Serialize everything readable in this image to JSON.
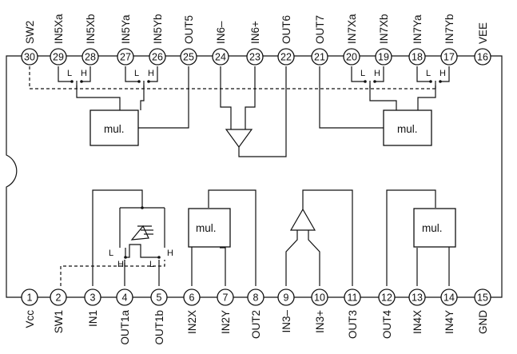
{
  "top_pins": [
    {
      "num": "30",
      "label": "SW2"
    },
    {
      "num": "29",
      "label": "IN5Xa"
    },
    {
      "num": "28",
      "label": "IN5Xb"
    },
    {
      "num": "27",
      "label": "IN5Ya"
    },
    {
      "num": "26",
      "label": "IN5Yb"
    },
    {
      "num": "25",
      "label": "OUT5"
    },
    {
      "num": "24",
      "label": "IN6–"
    },
    {
      "num": "23",
      "label": "IN6+"
    },
    {
      "num": "22",
      "label": "OUT6"
    },
    {
      "num": "21",
      "label": "OUT7"
    },
    {
      "num": "20",
      "label": "IN7Xa"
    },
    {
      "num": "19",
      "label": "IN7Xb"
    },
    {
      "num": "18",
      "label": "IN7Ya"
    },
    {
      "num": "17",
      "label": "IN7Yb"
    },
    {
      "num": "16",
      "label": "VEE"
    }
  ],
  "bottom_pins": [
    {
      "num": "1",
      "label": "Vcc"
    },
    {
      "num": "2",
      "label": "SW1"
    },
    {
      "num": "3",
      "label": "IN1"
    },
    {
      "num": "4",
      "label": "OUT1a"
    },
    {
      "num": "5",
      "label": "OUT1b"
    },
    {
      "num": "6",
      "label": "IN2X"
    },
    {
      "num": "7",
      "label": "IN2Y"
    },
    {
      "num": "8",
      "label": "OUT2"
    },
    {
      "num": "9",
      "label": "IN3–"
    },
    {
      "num": "10",
      "label": "IN3+"
    },
    {
      "num": "11",
      "label": "OUT3"
    },
    {
      "num": "12",
      "label": "OUT4"
    },
    {
      "num": "13",
      "label": "IN4X"
    },
    {
      "num": "14",
      "label": "IN4Y"
    },
    {
      "num": "15",
      "label": "GND"
    }
  ],
  "blocks": {
    "mul_label": "mul.",
    "switch_low": "L",
    "switch_high": "H"
  }
}
